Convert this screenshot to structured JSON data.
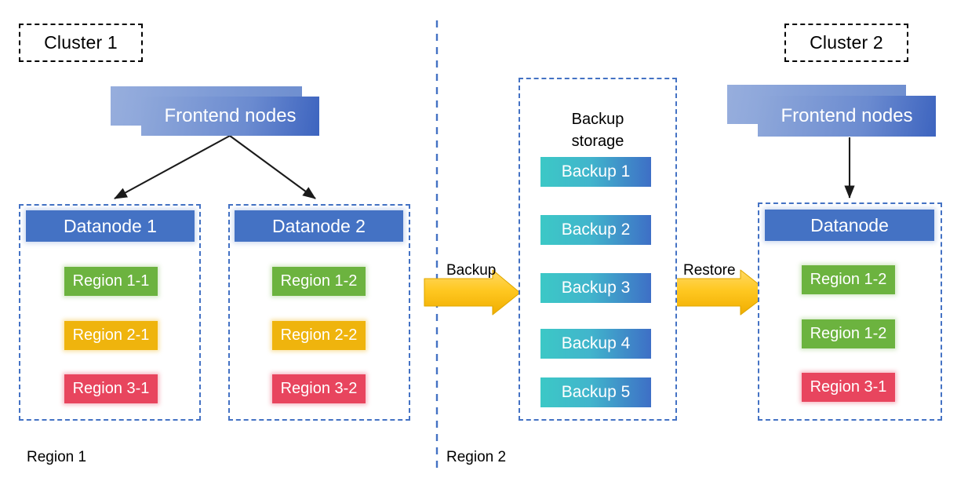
{
  "diagram": {
    "title_hidden": "",
    "colors": {
      "datanode_blue": "#4472C4",
      "frontend_blue": "#6B8BD0",
      "region_green": "#6CB33F",
      "region_yellow": "#EFB40D",
      "region_red": "#E8455E",
      "backup_teal": "#3CC8C6",
      "backup_blue": "#3E6FC6",
      "arrow_yellow": "#FFC000",
      "dashed_blue": "#4472C4",
      "dashed_black": "#000000"
    }
  },
  "cluster1": {
    "tag": "Cluster 1",
    "frontend": {
      "label": "Frontend nodes"
    },
    "datanodes": [
      {
        "header": "Datanode 1",
        "regions": [
          {
            "label": "Region 1-1",
            "color": "green"
          },
          {
            "label": "Region 2-1",
            "color": "yellow"
          },
          {
            "label": "Region 3-1",
            "color": "red"
          }
        ]
      },
      {
        "header": "Datanode 2",
        "regions": [
          {
            "label": "Region 1-2",
            "color": "green"
          },
          {
            "label": "Region 2-2",
            "color": "yellow"
          },
          {
            "label": "Region 3-2",
            "color": "red"
          }
        ]
      }
    ],
    "region_label": "Region 1"
  },
  "backup_storage": {
    "title": "Backup\nstorage",
    "items": [
      {
        "label": "Backup 1"
      },
      {
        "label": "Backup 2"
      },
      {
        "label": "Backup 3"
      },
      {
        "label": "Backup 4"
      },
      {
        "label": "Backup 5"
      }
    ],
    "region_label": "Region 2"
  },
  "cluster2": {
    "tag": "Cluster 2",
    "frontend": {
      "label": "Frontend nodes"
    },
    "datanode": {
      "header": "Datanode",
      "regions": [
        {
          "label": "Region 1-2",
          "color": "green"
        },
        {
          "label": "Region 1-2",
          "color": "green"
        },
        {
          "label": "Region 3-1",
          "color": "red"
        }
      ]
    }
  },
  "flows": {
    "backup_arrow_label": "Backup",
    "restore_arrow_label": "Restore"
  }
}
